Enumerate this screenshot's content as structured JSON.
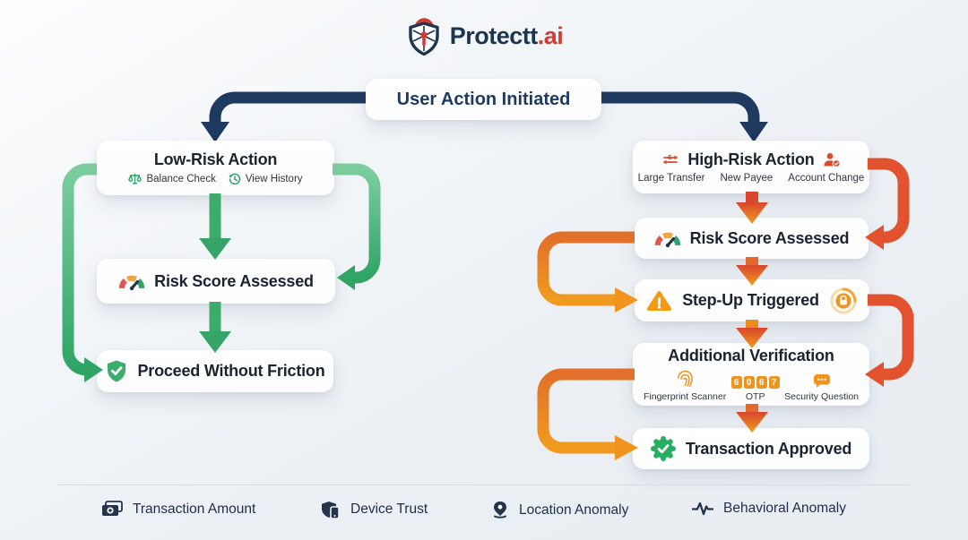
{
  "brand": {
    "name": "Protectt",
    "suffix": ".ai"
  },
  "root": {
    "title": "User Action Initiated"
  },
  "low_risk": {
    "title": "Low-Risk Action",
    "items": [
      {
        "icon": "scales-icon",
        "label": "Balance Check"
      },
      {
        "icon": "history-icon",
        "label": "View History"
      }
    ],
    "risk_score": "Risk Score Assessed",
    "outcome": "Proceed Without Friction"
  },
  "high_risk": {
    "title": "High-Risk Action",
    "items": [
      "Large Transfer",
      "New Payee",
      "Account Change"
    ],
    "risk_score": "Risk Score Assessed",
    "step_up": "Step-Up Triggered",
    "verification": {
      "title": "Additional Verification",
      "methods": [
        {
          "icon": "fingerprint-icon",
          "label": "Fingerprint Scanner"
        },
        {
          "icon": "otp-digits",
          "label": "OTP",
          "digits": [
            "6",
            "0",
            "6",
            "7"
          ]
        },
        {
          "icon": "chat-bubble-icon",
          "label": "Security Question"
        }
      ]
    },
    "outcome": "Transaction Approved"
  },
  "legend": {
    "items": [
      {
        "icon": "cash-icon",
        "label": "Transaction Amount"
      },
      {
        "icon": "device-shield-icon",
        "label": "Device Trust"
      },
      {
        "icon": "location-pin-icon",
        "label": "Location Anomaly"
      },
      {
        "icon": "waveform-icon",
        "label": "Behavioral Anomaly"
      }
    ]
  },
  "colors": {
    "navy": "#1F3A5F",
    "green": "#35A567",
    "orange": "#F0941E",
    "red": "#E2522F",
    "brand_red": "#D63B31",
    "box_bg": "#FFFFFF",
    "background": "#EDF1F5",
    "text_dark": "#1A2332"
  }
}
